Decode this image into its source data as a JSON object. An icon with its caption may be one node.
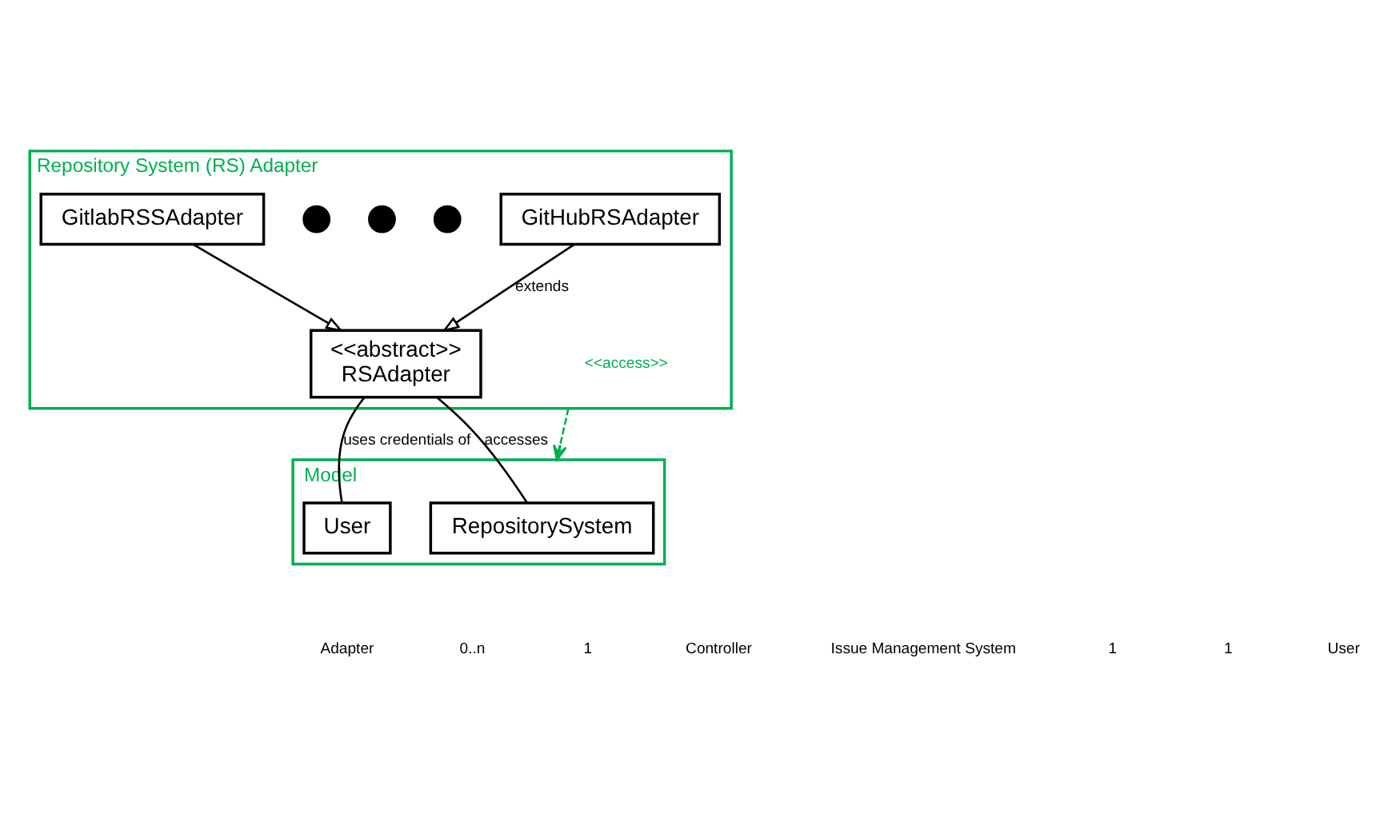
{
  "diagram": {
    "nodes": [
      {
        "text": [
          "Repository System (RS) Adapter"
        ]
      },
      {
        "text": [
          "GitHubRSAdapter"
        ],
        "in": 0
      },
      {
        "text": [],
        "shape": "circle",
        "in": 0
      },
      {
        "text": [],
        "shape": "circle",
        "in": 0
      },
      {
        "text": [],
        "shape": "circle",
        "in": 0
      },
      {
        "text": [
          "GitlabRSSAdapter"
        ],
        "in": 0
      },
      {
        "text": [
          "<<abstract>>",
          "RSAdapter"
        ],
        "in": 0
      },
      {
        "text": [
          "Model"
        ]
      },
      {
        "text": [
          "RepositorySystem"
        ],
        "in": 7
      },
      {
        "text": [
          "User"
        ],
        "in": 7
      }
    ],
    "edges": [
      {
        "from": 1,
        "to": 6,
        "arrow": "to",
        "label": "extends"
      },
      {
        "from": 5,
        "to": 6,
        "arrow": "to"
      },
      {
        "from": 0,
        "to": 7,
        "arrow": "to",
        "label": "<<access>>",
        "style": "dashed",
        "color": "#00b050"
      },
      {
        "from": 6,
        "to": 8,
        "arrow": "none",
        "label": "accesses"
      },
      {
        "from": 6,
        "to": 9,
        "arrow": "none",
        "label": "uses credentials of"
      }
    ],
    "labels": [
      "Adapter",
      "0..n",
      "1",
      "Controller",
      "Issue Management System",
      "1",
      "1",
      "User"
    ]
  }
}
